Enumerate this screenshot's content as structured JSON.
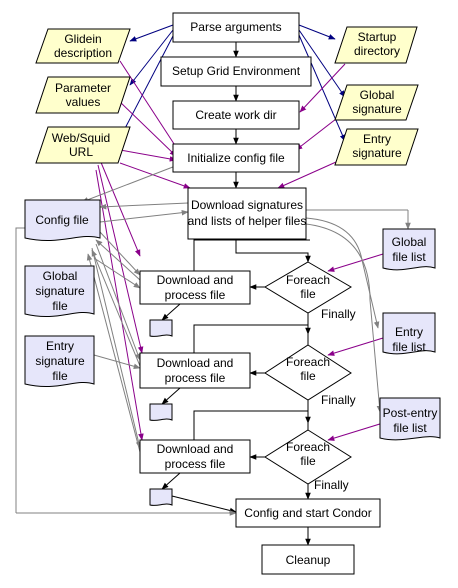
{
  "steps": {
    "parse": "Parse arguments",
    "setup_grid": "Setup Grid Environment",
    "create_work_dir": "Create work dir",
    "init_config": "Initialize config file",
    "download_sigs_1": "Download signatures",
    "download_sigs_2": "and lists of helper files",
    "dl_process_1": "Download and",
    "dl_process_2": "process file",
    "config_condor": "Config and start Condor",
    "cleanup": "Cleanup"
  },
  "inputs": {
    "glidein_desc_1": "Glidein",
    "glidein_desc_2": "description",
    "param_values_1": "Parameter",
    "param_values_2": "values",
    "web_squid_1": "Web/Squid",
    "web_squid_2": "URL",
    "startup_dir_1": "Startup",
    "startup_dir_2": "directory",
    "global_sig_1": "Global",
    "global_sig_2": "signature",
    "entry_sig_1": "Entry",
    "entry_sig_2": "signature"
  },
  "documents": {
    "config_file": "Config file",
    "global_sig_file_1": "Global",
    "global_sig_file_2": "signature",
    "global_sig_file_3": "file",
    "entry_sig_file_1": "Entry",
    "entry_sig_file_2": "signature",
    "entry_sig_file_3": "file",
    "global_file_list_1": "Global",
    "global_file_list_2": "file list",
    "entry_file_list_1": "Entry",
    "entry_file_list_2": "file list",
    "post_entry_list_1": "Post-entry",
    "post_entry_list_2": "file list"
  },
  "loops": {
    "foreach_1": "Foreach",
    "foreach_2": "file",
    "finally": "Finally"
  },
  "colors": {
    "process_fill": "#ffffff",
    "input_fill": "#ffffcc",
    "document_fill": "#e6e6fa",
    "control_flow": "#000000",
    "navy_arrow": "#000080",
    "purple_arrow": "#8a008a",
    "gray_arrow": "#808080"
  }
}
